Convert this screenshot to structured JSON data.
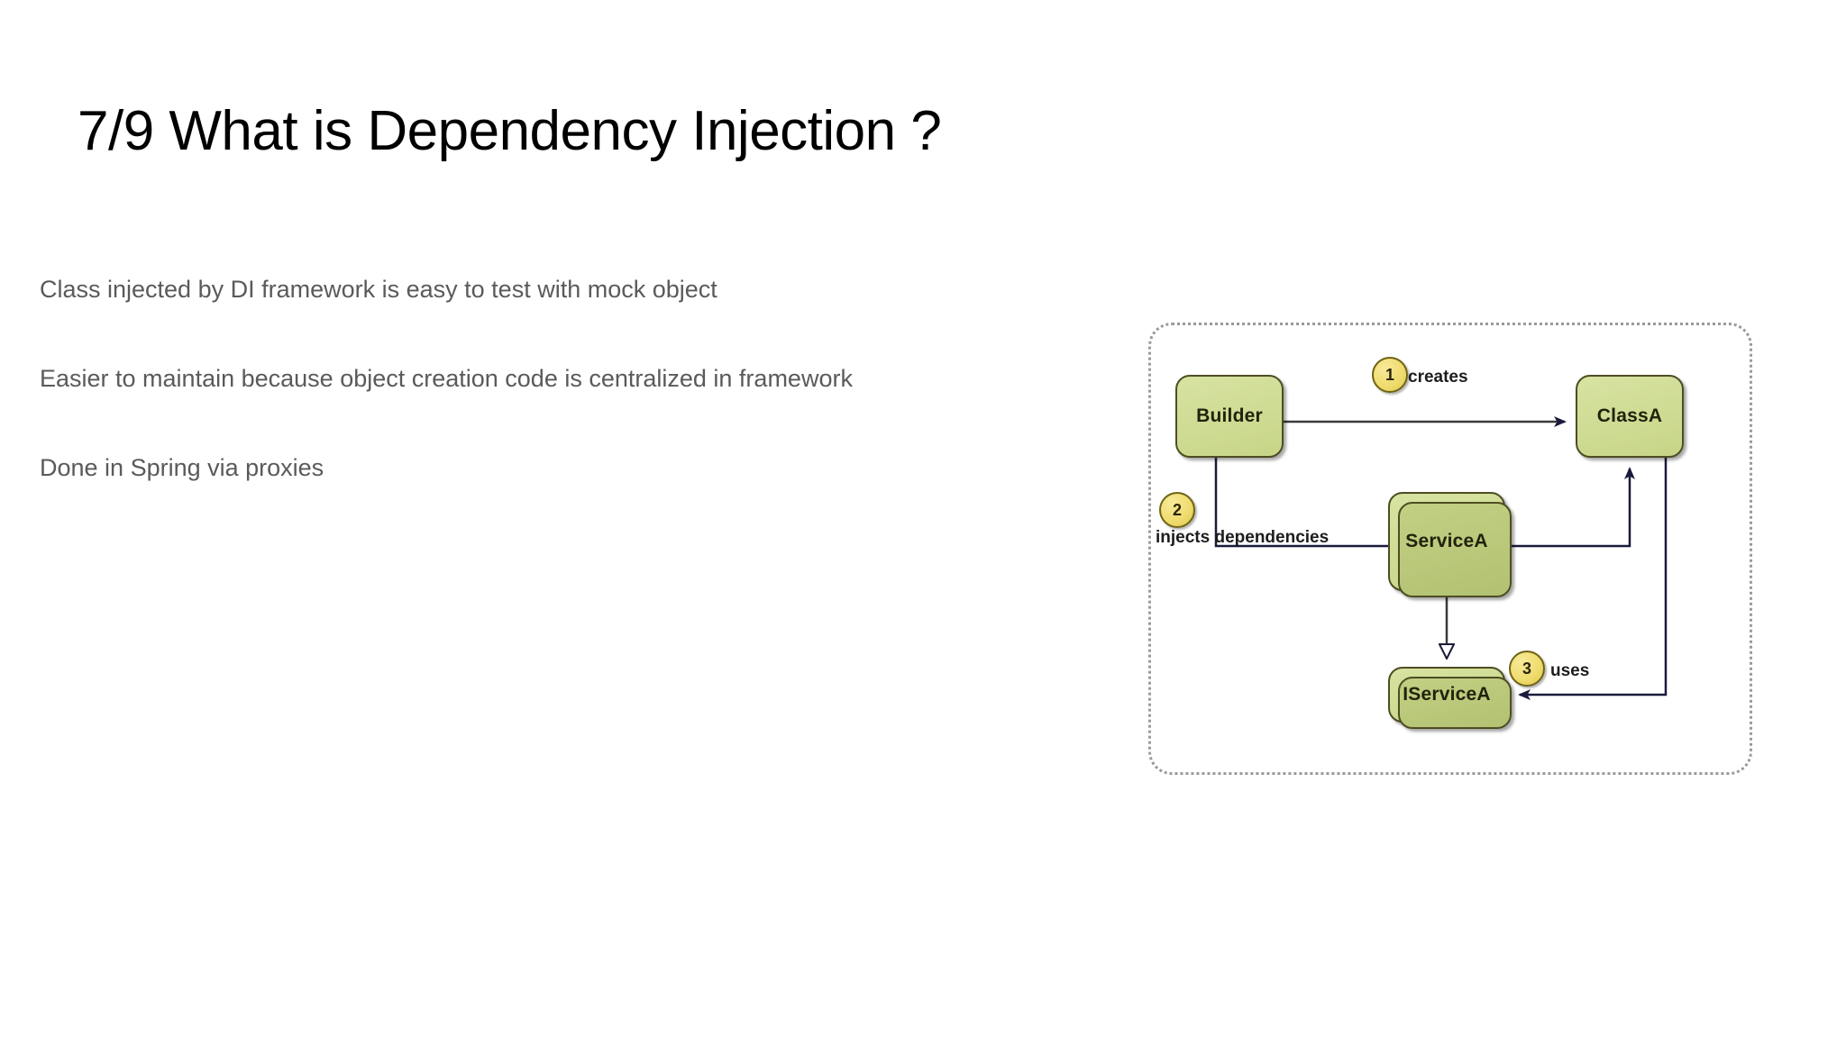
{
  "slide": {
    "title": "7/9 What is Dependency Injection ?",
    "bullets": [
      "Class injected by DI framework is easy to test with mock object",
      "Easier to maintain because object creation code is centralized in framework",
      "Done in Spring via proxies"
    ]
  },
  "diagram": {
    "nodes": [
      {
        "id": "builder",
        "label": "Builder",
        "style": "single"
      },
      {
        "id": "classa",
        "label": "ClassA",
        "style": "single"
      },
      {
        "id": "servicea",
        "label": "ServiceA",
        "style": "stacked"
      },
      {
        "id": "iservicea",
        "label": "IServiceA",
        "style": "stacked"
      }
    ],
    "edges": [
      {
        "number": "1",
        "label": "creates",
        "from": "Builder",
        "to": "ClassA",
        "arrow": "filled"
      },
      {
        "number": "2",
        "label": "injects dependencies",
        "from": "Builder",
        "to": "ServiceA",
        "arrow": "plain"
      },
      {
        "number": "3",
        "label": "uses",
        "from": "ClassA",
        "to": "IServiceA",
        "arrow": "filled"
      }
    ],
    "extra_edges": [
      {
        "from": "ServiceA",
        "to": "ClassA",
        "arrow": "filled"
      },
      {
        "from": "ServiceA",
        "to": "IServiceA",
        "arrow": "hollow-triangle"
      }
    ],
    "colors": {
      "node_fill": "#cddb90",
      "node_border": "#4e4d22",
      "badge_fill": "#efdc6e",
      "badge_border": "#6f6414",
      "arrow": "#1a1a3c",
      "frame_border": "#9a9a9a"
    }
  }
}
